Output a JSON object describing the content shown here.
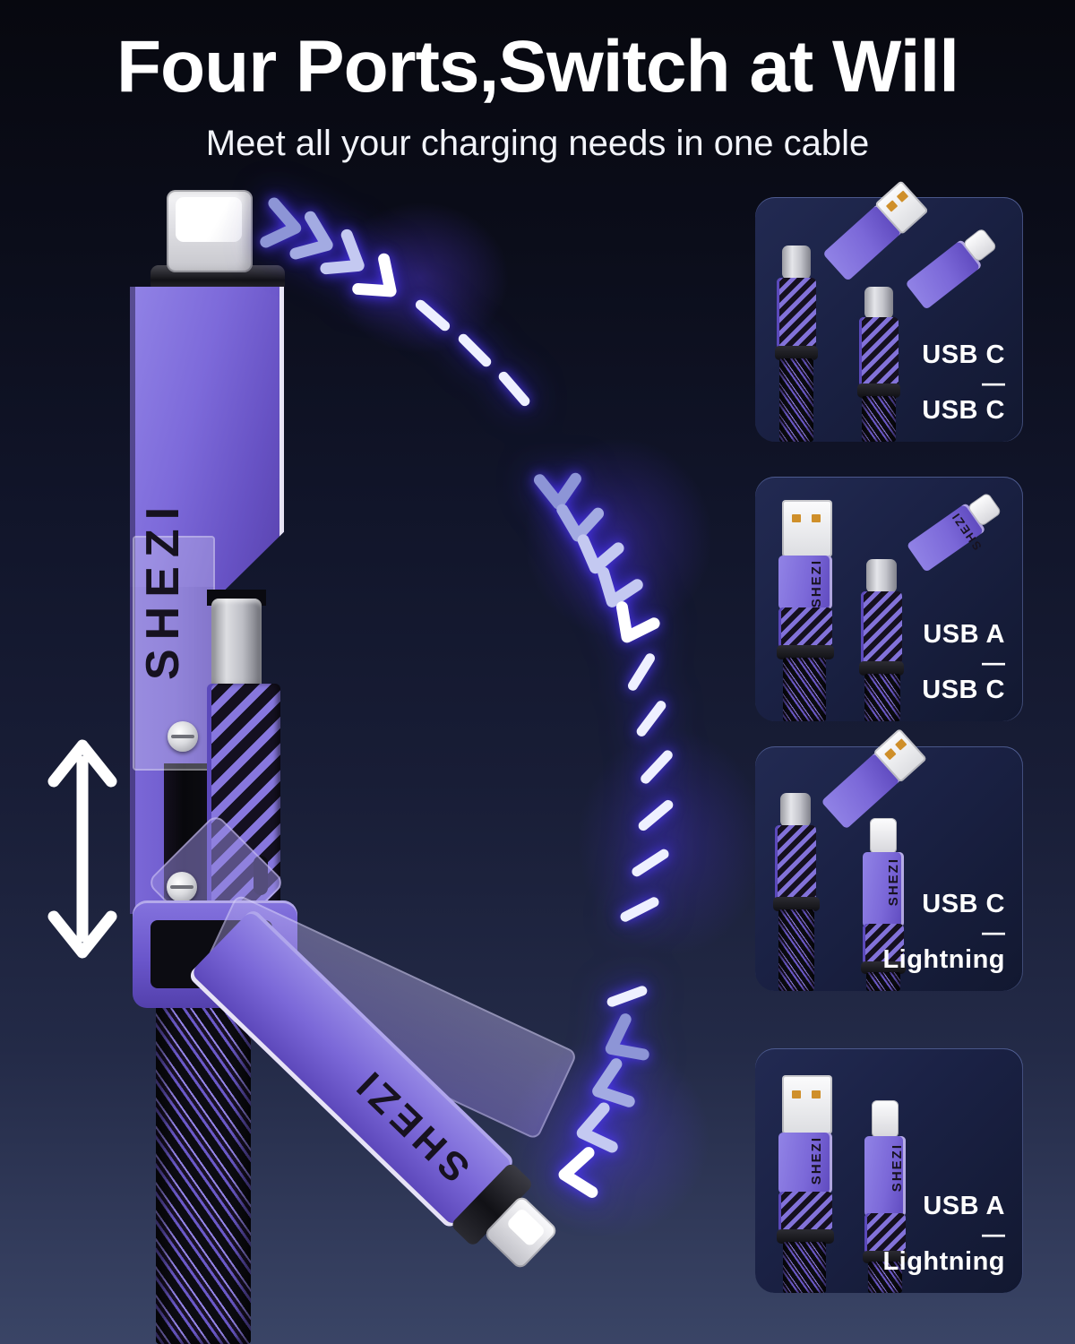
{
  "page": {
    "title": "Four Ports,Switch at Will",
    "subtitle": "Meet all your charging needs in one cable"
  },
  "brand": "SHEZI",
  "icons": {
    "rotation_arc": "glowing chevron arc showing connector folding 180 degrees",
    "vertical_slide": "white double-headed arrow showing sliding direction",
    "lightning_tip": "Apple Lightning connector tip",
    "usb_c_tip": "USB-C connector tip",
    "usb_a_tip": "USB-A connector tip with gold contacts"
  },
  "cards": [
    {
      "top_label": "USB C",
      "separator": "—",
      "bottom_label": "USB C"
    },
    {
      "top_label": "USB A",
      "separator": "—",
      "bottom_label": "USB C"
    },
    {
      "top_label": "USB C",
      "separator": "—",
      "bottom_label": "Lightning"
    },
    {
      "top_label": "USB A",
      "separator": "—",
      "bottom_label": "Lightning"
    }
  ],
  "colors": {
    "background_top": "#07080f",
    "background_bottom": "#3a4566",
    "accent_purple": "#7b68d8",
    "arc_glow_blue": "#4b38ff",
    "card_background": "#1a2144",
    "text": "#ffffff"
  }
}
